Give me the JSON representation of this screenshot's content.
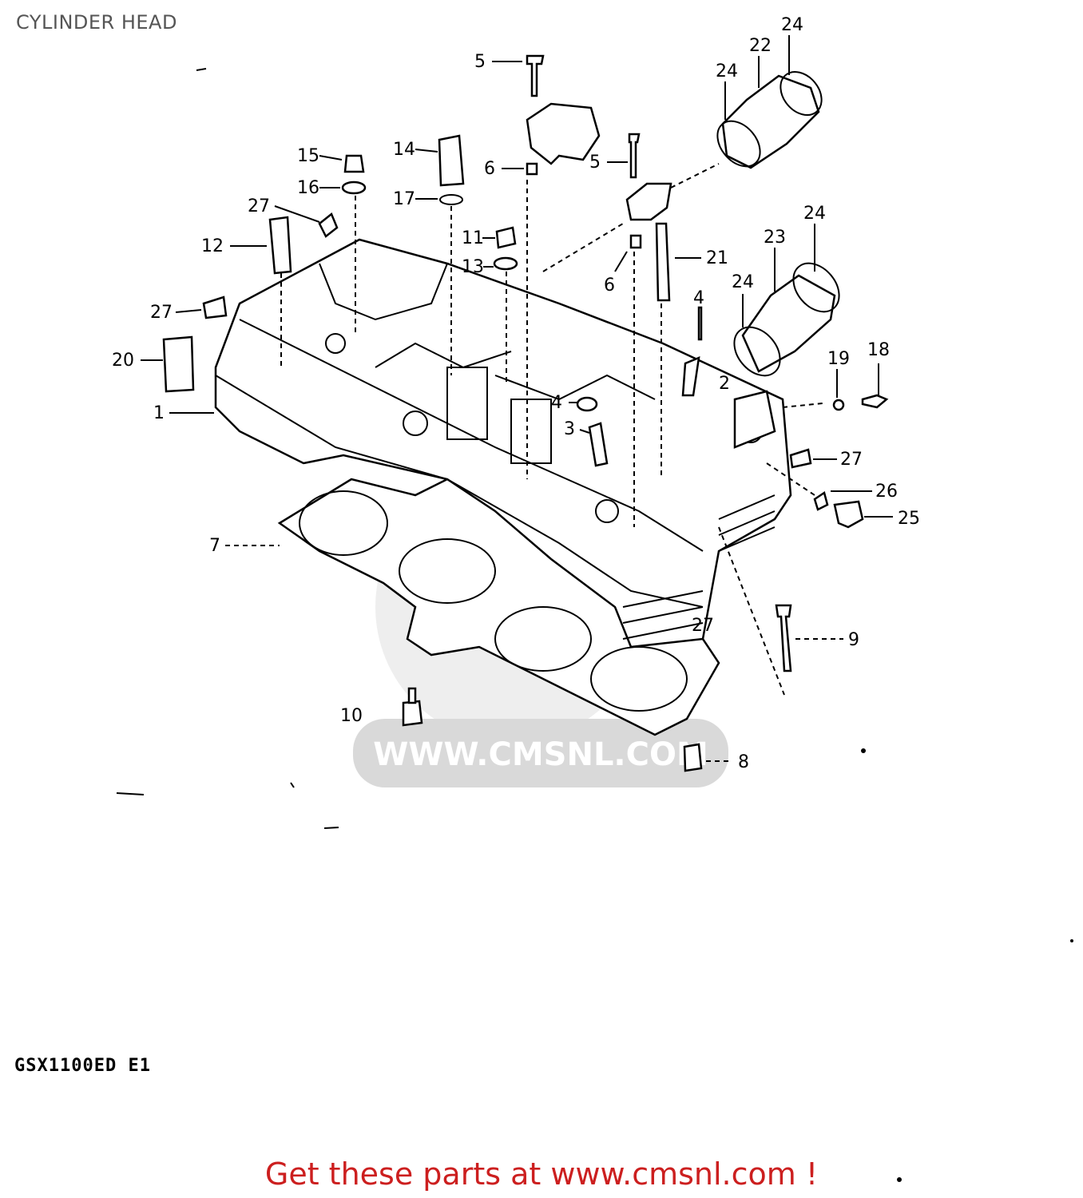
{
  "header": {
    "title": "CYLINDER HEAD"
  },
  "footer": {
    "model_code": "GSX1100ED E1",
    "cta_text": "Get these parts at www.cmsnl.com !"
  },
  "watermark": {
    "text": "WWW.CMSNL.COM",
    "color": "#d9d9d9"
  },
  "colors": {
    "cta": "#cc1f1f",
    "title": "#555555",
    "line": "#000000"
  },
  "callouts": [
    {
      "id": "c5a",
      "number": "5"
    },
    {
      "id": "c24a",
      "number": "24"
    },
    {
      "id": "c22",
      "number": "22"
    },
    {
      "id": "c24b",
      "number": "24"
    },
    {
      "id": "c14",
      "number": "14"
    },
    {
      "id": "c15",
      "number": "15"
    },
    {
      "id": "c6a",
      "number": "6"
    },
    {
      "id": "c5b",
      "number": "5"
    },
    {
      "id": "c16",
      "number": "16"
    },
    {
      "id": "c17",
      "number": "17"
    },
    {
      "id": "c27a",
      "number": "27"
    },
    {
      "id": "c24c",
      "number": "24"
    },
    {
      "id": "c12",
      "number": "12"
    },
    {
      "id": "c11",
      "number": "11"
    },
    {
      "id": "c23",
      "number": "23"
    },
    {
      "id": "c21",
      "number": "21"
    },
    {
      "id": "c13",
      "number": "13"
    },
    {
      "id": "c6b",
      "number": "6"
    },
    {
      "id": "c24d",
      "number": "24"
    },
    {
      "id": "c4a",
      "number": "4"
    },
    {
      "id": "c27b",
      "number": "27"
    },
    {
      "id": "c18",
      "number": "18"
    },
    {
      "id": "c20",
      "number": "20"
    },
    {
      "id": "c19",
      "number": "19"
    },
    {
      "id": "c2",
      "number": "2"
    },
    {
      "id": "c4b",
      "number": "4"
    },
    {
      "id": "c1",
      "number": "1"
    },
    {
      "id": "c3",
      "number": "3"
    },
    {
      "id": "c27c",
      "number": "27"
    },
    {
      "id": "c26",
      "number": "26"
    },
    {
      "id": "c25",
      "number": "25"
    },
    {
      "id": "c7",
      "number": "7"
    },
    {
      "id": "c27d",
      "number": "27"
    },
    {
      "id": "c9",
      "number": "9"
    },
    {
      "id": "c10",
      "number": "10"
    },
    {
      "id": "c8",
      "number": "8"
    }
  ]
}
